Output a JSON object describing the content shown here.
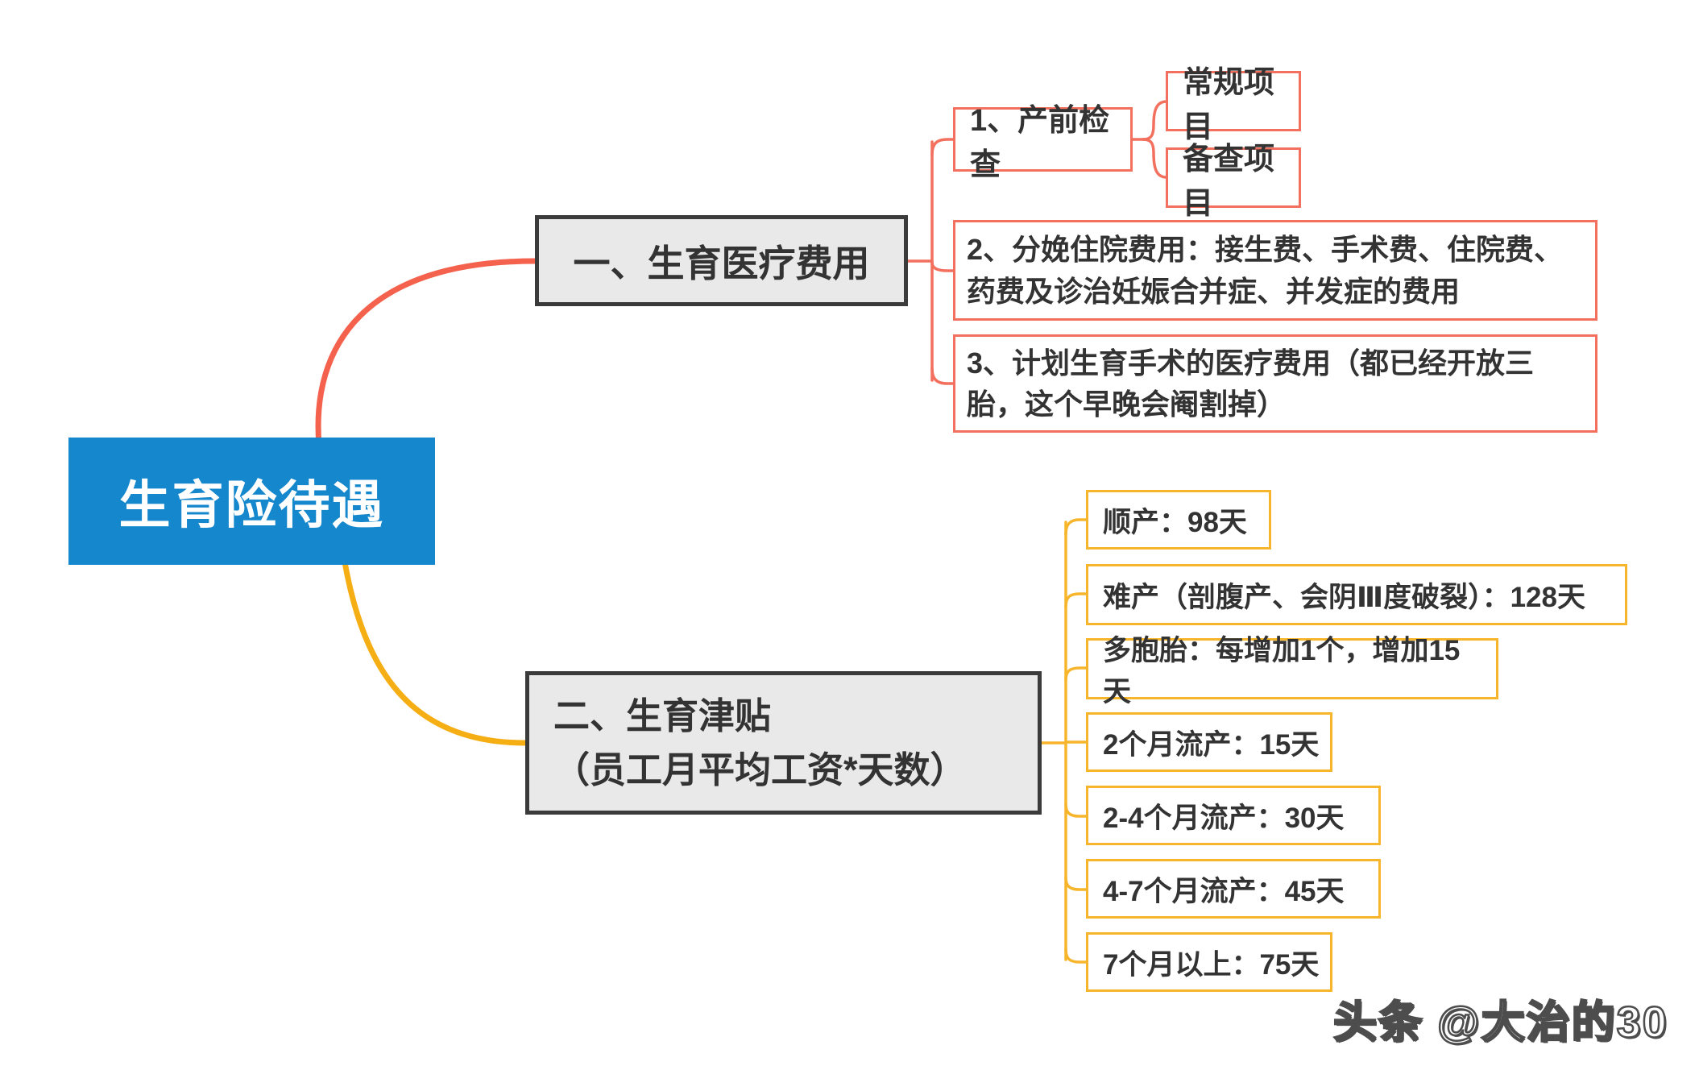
{
  "colors": {
    "root_bg": "#1587cd",
    "root_text": "#ffffff",
    "branch_bg": "#e9e9e9",
    "branch_border": "#3b3b3b",
    "branch_text": "#333333",
    "medical_accent": "#f2705d",
    "medical_curve": "#f4624e",
    "allowance_accent": "#f7b52c",
    "allowance_curve": "#f5ae14",
    "node_text": "#333333",
    "canvas_bg": "#ffffff"
  },
  "root": {
    "label": "生育险待遇"
  },
  "branches": [
    {
      "label": "一、生育医疗费用",
      "children": [
        {
          "label": "1、产前检查",
          "children": [
            {
              "label": "常规项目"
            },
            {
              "label": "备查项目"
            }
          ]
        },
        {
          "label": "2、分娩住院费用：接生费、手术费、住院费、药费及诊治妊娠合并症、并发症的费用"
        },
        {
          "label": "3、计划生育手术的医疗费用（都已经开放三胎，这个早晚会阉割掉）"
        }
      ]
    },
    {
      "label": "二、生育津贴",
      "sublabel": "（员工月平均工资*天数）",
      "children": [
        {
          "label": "顺产：98天"
        },
        {
          "label": "难产（剖腹产、会阴Ⅲ度破裂）：128天"
        },
        {
          "label": "多胞胎：每增加1个，增加15天"
        },
        {
          "label": "2个月流产：15天"
        },
        {
          "label": "2-4个月流产：30天"
        },
        {
          "label": "4-7个月流产：45天"
        },
        {
          "label": "7个月以上：75天"
        }
      ]
    }
  ],
  "watermark": "头条 @大治的30"
}
